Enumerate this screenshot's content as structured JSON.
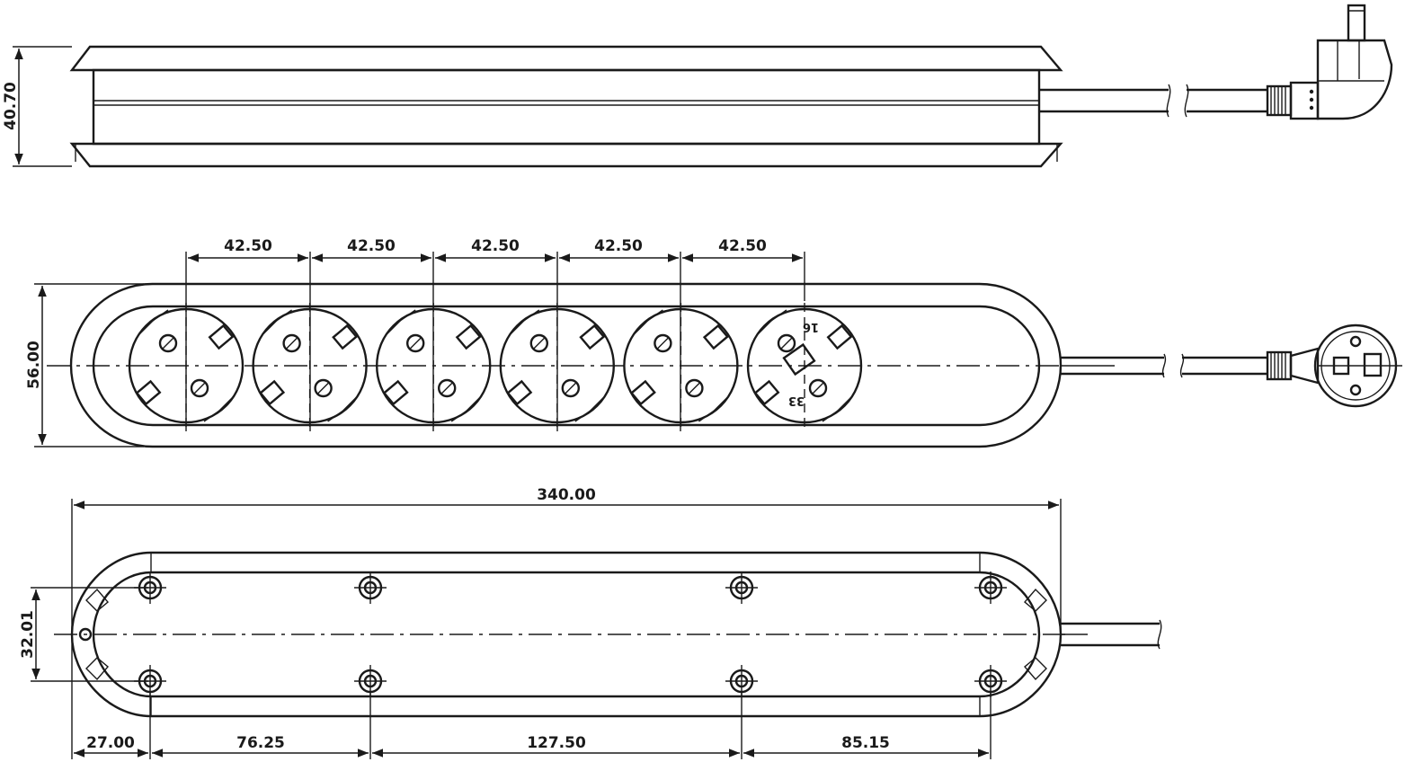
{
  "side_view": {
    "height_label": "40.70"
  },
  "top_view": {
    "socket_spacing_labels": [
      "42.50",
      "42.50",
      "42.50",
      "42.50",
      "42.50"
    ],
    "width_label": "56.00",
    "socket_count": 6,
    "socket_markings": [
      "16",
      "33"
    ]
  },
  "bottom_view": {
    "overall_length_label": "340.00",
    "screw_spacing_label": "32.01",
    "segment_labels": [
      "27.00",
      "76.25",
      "127.50",
      "85.15"
    ]
  },
  "colors": {
    "line": "#1a1a1a",
    "background": "#ffffff"
  }
}
